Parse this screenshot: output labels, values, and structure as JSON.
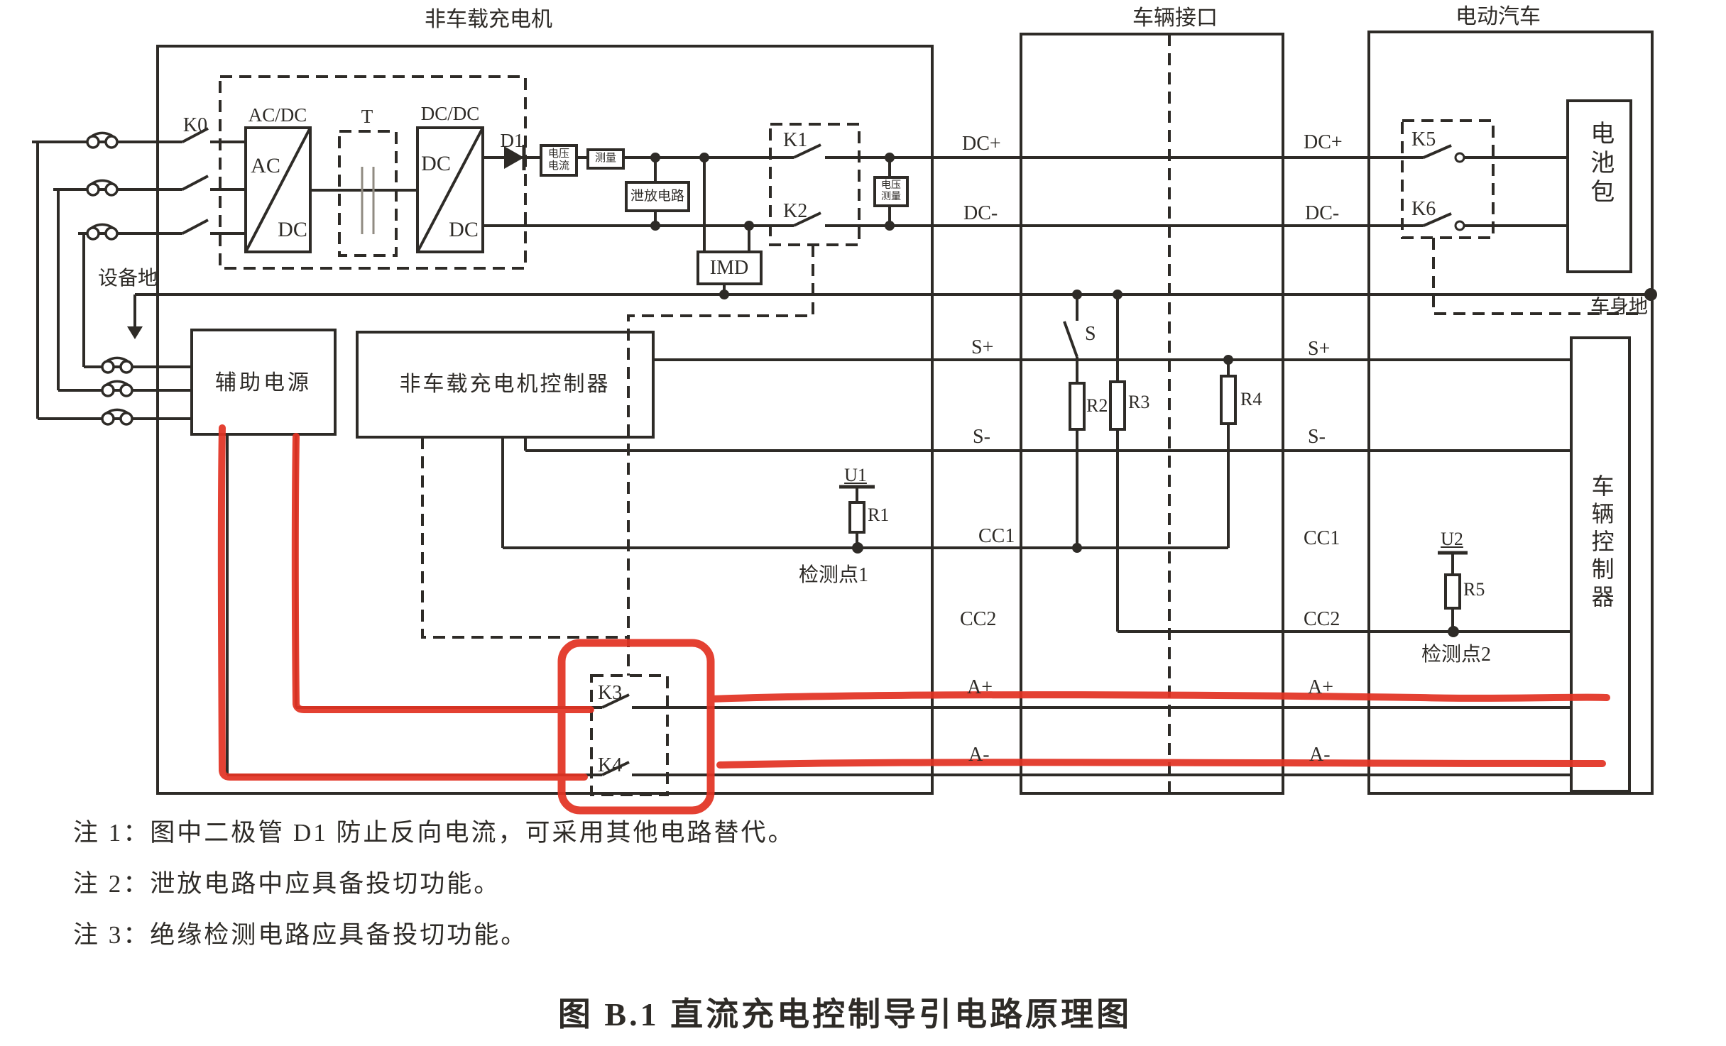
{
  "figure_title": "图 B.1  直流充电控制导引电路原理图",
  "sections": {
    "charger": "非车载充电机",
    "vehicle_interface": "车辆接口",
    "ev": "电动汽车"
  },
  "buses": [
    "DC+",
    "DC-",
    "S+",
    "S-",
    "CC1",
    "CC2",
    "A+",
    "A-"
  ],
  "components": {
    "k0": "K0",
    "k1": "K1",
    "k2": "K2",
    "k3": "K3",
    "k4": "K4",
    "k5": "K5",
    "k6": "K6",
    "s": "S",
    "acdc": "AC/DC",
    "acdc_in": "AC",
    "acdc_out": "DC",
    "transformer": "T",
    "dcdc": "DC/DC",
    "dcdc_in": "DC",
    "dcdc_out": "DC",
    "d1": "D1",
    "meas1_line1": "电压",
    "meas1_line2": "电流",
    "meas2": "测量",
    "discharge": "泄放电路",
    "imd": "IMD",
    "vmeas_line1": "电压",
    "vmeas_line2": "测量",
    "aux_power": "辅助电源",
    "charger_controller": "非车载充电机控制器",
    "battery": "电池包",
    "vehicle_controller": "车辆控制器",
    "u1": "U1",
    "r1": "R1",
    "u2": "U2",
    "r2": "R2",
    "r3": "R3",
    "r4": "R4",
    "r5": "R5",
    "test_point1": "检测点1",
    "test_point2": "检测点2",
    "equipment_ground": "设备地",
    "body_ground": "车身地"
  },
  "notes": [
    "注 1：图中二极管 D1 防止反向电流，可采用其他电路替代。",
    "注 2：泄放电路中应具备投切功能。",
    "注 3：绝缘检测电路应具备投切功能。"
  ],
  "colors": {
    "ink": "#2e2b27",
    "annotation_red": "#e23323",
    "paper": "#ffffff"
  }
}
